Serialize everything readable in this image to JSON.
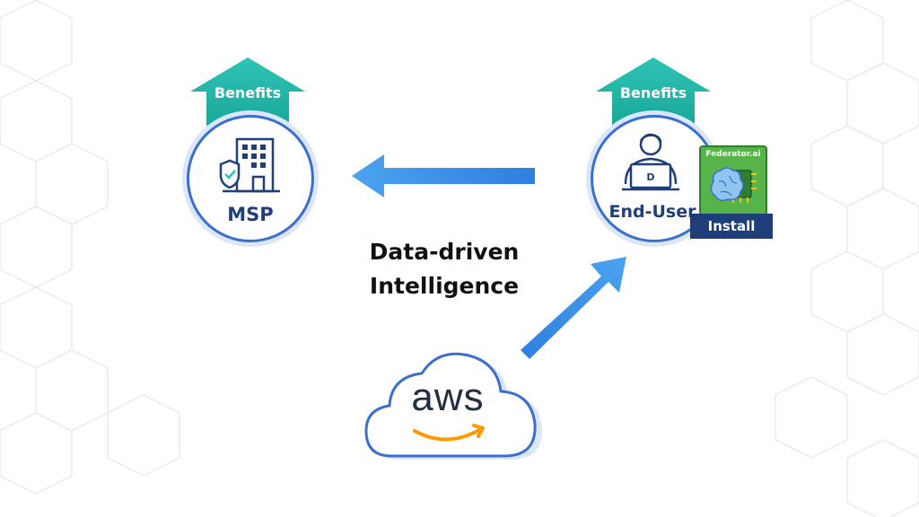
{
  "center_text": {
    "line1": "Data-driven",
    "line2": "Intelligence"
  },
  "msp": {
    "benefits_label": "Benefits",
    "label": "MSP",
    "icon": "building-shield-icon"
  },
  "end_user": {
    "benefits_label": "Benefits",
    "label": "End-User",
    "icon": "person-laptop-icon"
  },
  "federator": {
    "title": "Federator.ai",
    "install_label": "Install",
    "icon": "brain-chip-icon"
  },
  "aws": {
    "logo_text": "aws",
    "icon": "aws-cloud-icon"
  },
  "colors": {
    "teal": "#2ec4b6",
    "navy": "#1f3f7a",
    "blue": "#3b6fcf",
    "arrow_blue": "#3b8ee8",
    "green": "#56b44a",
    "amazon_orange": "#ff9900"
  }
}
